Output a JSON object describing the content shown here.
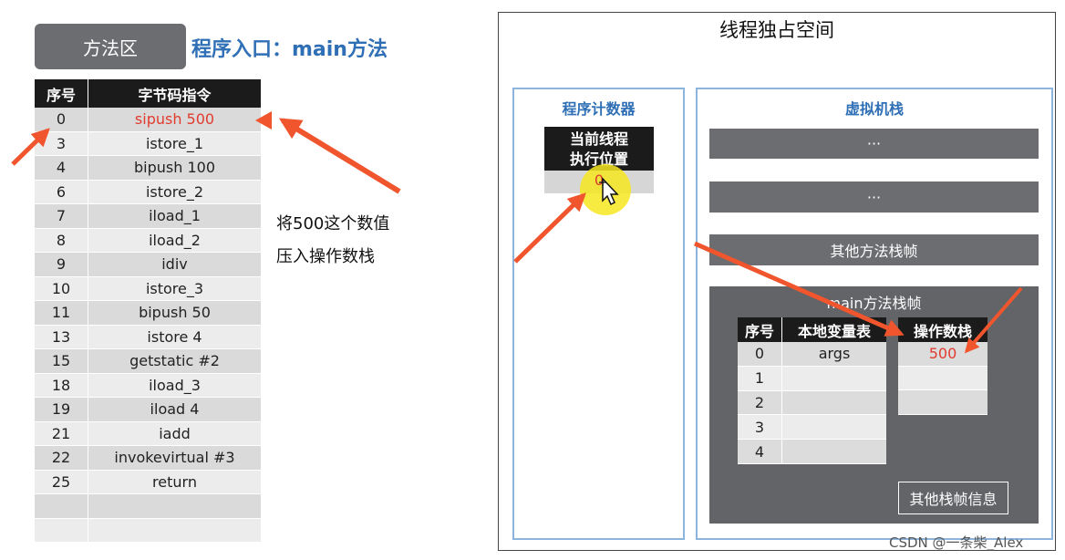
{
  "method_area": {
    "tab_label": "方法区",
    "entry_label": "程序入口：main方法"
  },
  "bytecode": {
    "headers": [
      "序号",
      "字节码指令"
    ],
    "rows": [
      {
        "index": "0",
        "instruction": "sipush 500"
      },
      {
        "index": "3",
        "instruction": "istore_1"
      },
      {
        "index": "4",
        "instruction": "bipush 100"
      },
      {
        "index": "6",
        "instruction": "istore_2"
      },
      {
        "index": "7",
        "instruction": "iload_1"
      },
      {
        "index": "8",
        "instruction": "iload_2"
      },
      {
        "index": "9",
        "instruction": "idiv"
      },
      {
        "index": "10",
        "instruction": "istore_3"
      },
      {
        "index": "11",
        "instruction": "bipush 50"
      },
      {
        "index": "13",
        "instruction": "istore 4"
      },
      {
        "index": "15",
        "instruction": "getstatic #2"
      },
      {
        "index": "18",
        "instruction": "iload_3"
      },
      {
        "index": "19",
        "instruction": "iload 4"
      },
      {
        "index": "21",
        "instruction": "iadd"
      },
      {
        "index": "22",
        "instruction": "invokevirtual #3"
      },
      {
        "index": "25",
        "instruction": "return"
      },
      {
        "index": "",
        "instruction": ""
      },
      {
        "index": "",
        "instruction": ""
      }
    ],
    "current_row": 0
  },
  "annotation": {
    "line1": "将500这个数值",
    "line2": "压入操作数栈"
  },
  "thread_space": {
    "title": "线程独占空间",
    "pc": {
      "title": "程序计数器",
      "header_line1": "当前线程",
      "header_line2": "执行位置",
      "value": "0"
    },
    "vm_stack": {
      "title": "虚拟机栈",
      "frames": [
        "···",
        "···",
        "其他方法栈帧"
      ],
      "main_frame_title": "main方法栈帧",
      "locals": {
        "headers": [
          "序号",
          "本地变量表"
        ],
        "rows": [
          {
            "index": "0",
            "value": "args"
          },
          {
            "index": "1",
            "value": ""
          },
          {
            "index": "2",
            "value": ""
          },
          {
            "index": "3",
            "value": ""
          },
          {
            "index": "4",
            "value": ""
          }
        ]
      },
      "operand_stack": {
        "header": "操作数栈",
        "rows": [
          "500",
          "",
          ""
        ]
      },
      "other_info": "其他栈帧信息"
    }
  },
  "colors": {
    "accent_blue": "#2f6fb5",
    "highlight_red": "#e23b2e",
    "arrow_red": "#f0552d",
    "cursor_yellow": "#f6e61e"
  },
  "watermark": "CSDN @一条柴_Alex"
}
